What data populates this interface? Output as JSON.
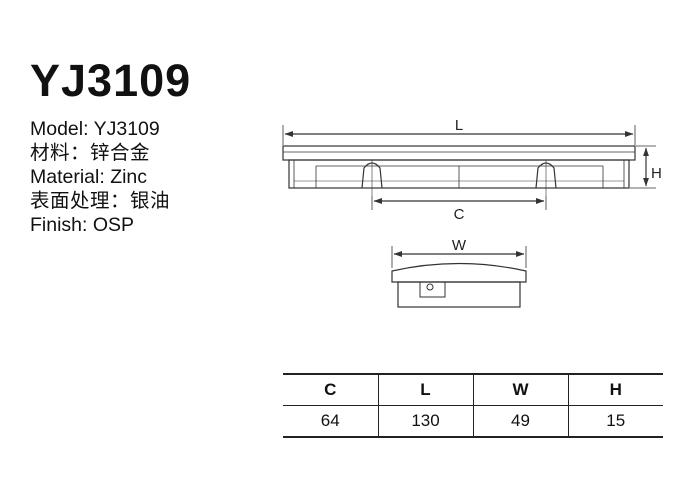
{
  "product": {
    "model_title": "YJ3109",
    "spec_lines": [
      "Model: YJ3109",
      "材料：锌合金",
      "Material: Zinc",
      "表面处理：银油",
      "Finish: OSP"
    ]
  },
  "drawing": {
    "dimension_labels": {
      "length": "L",
      "height": "H",
      "center": "C",
      "width": "W"
    }
  },
  "dimension_table": {
    "headers": [
      "C",
      "L",
      "W",
      "H"
    ],
    "values": [
      "64",
      "130",
      "49",
      "15"
    ]
  }
}
